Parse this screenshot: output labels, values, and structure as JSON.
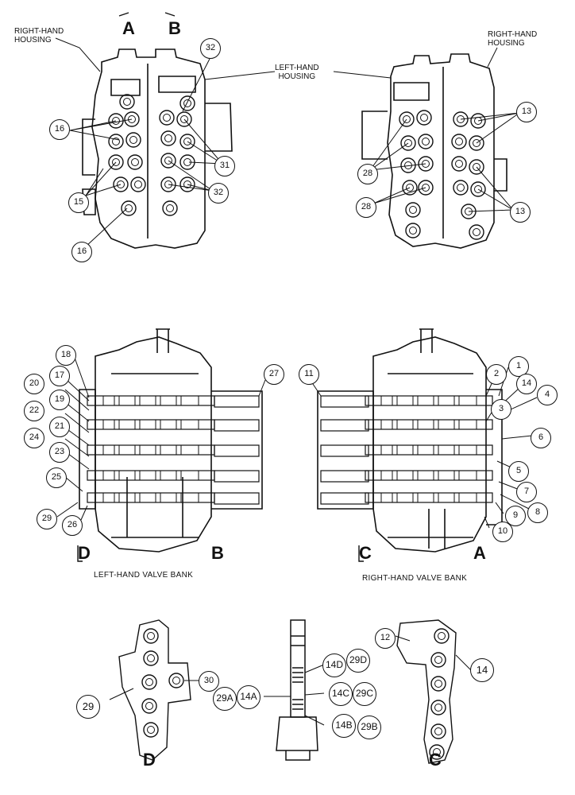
{
  "labels": {
    "rh_housing_left": "RIGHT-HAND\nHOUSING",
    "rh_housing_right": "RIGHT-HAND\nHOUSING",
    "lh_housing": "LEFT-HAND\nHOUSING",
    "lh_bank_caption": "LEFT-HAND VALVE BANK",
    "rh_bank_caption": "RIGHT-HAND VALVE BANK"
  },
  "view_letters": {
    "top_a": "A",
    "top_b": "B",
    "mid_d": "D",
    "mid_b": "B",
    "mid_c": "C",
    "mid_a": "A",
    "bot_d": "D",
    "bot_c": "C"
  },
  "callouts": {
    "c32a": "32",
    "c16a": "16",
    "c31": "31",
    "c15": "15",
    "c32b": "32",
    "c16b": "16",
    "c13a": "13",
    "c28a": "28",
    "c28b": "28",
    "c13b": "13",
    "c18": "18",
    "c17": "17",
    "c20": "20",
    "c19": "19",
    "c22": "22",
    "c21": "21",
    "c24": "24",
    "c23": "23",
    "c25": "25",
    "c29": "29",
    "c26": "26",
    "c27": "27",
    "c11": "11",
    "c2": "2",
    "c1": "1",
    "c14": "14",
    "c4": "4",
    "c3": "3",
    "c6": "6",
    "c5": "5",
    "c7": "7",
    "c8": "8",
    "c9": "9",
    "c10": "10",
    "c29b": "29",
    "c30": "30",
    "c12": "12",
    "c14b": "14",
    "c14d": "14D",
    "c29d": "29D",
    "c14c": "14C",
    "c29c": "29C",
    "c29a": "29A",
    "c14a": "14A",
    "c14bb": "14B",
    "c29bb": "29B"
  }
}
